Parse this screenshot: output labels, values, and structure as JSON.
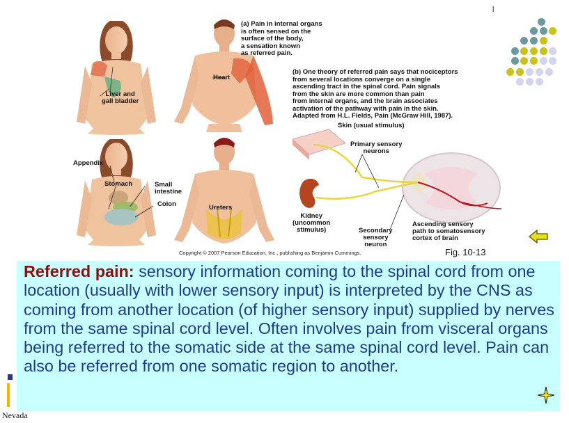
{
  "slide": {
    "page_mark": "l",
    "footer_text": "Nevada",
    "term": "Referred pain:",
    "definition": " sensory information coming to the spinal cord from one location (usually with lower sensory input) is interpreted by the CNS as coming from another location (of higher sensory input) supplied by nerves from the same spinal cord level. Often involves pain from visceral organs being referred to the somatic side at the same spinal cord level. Pain can also be referred from one somatic region to another."
  },
  "figure": {
    "caption_a": [
      "(a) Pain in internal organs",
      "is often sensed on the",
      "surface of the body,",
      "a sensation known",
      "as referred pain."
    ],
    "caption_b": [
      "(b) One theory of referred pain says that nociceptors",
      "from several locations converge on a single",
      "ascending tract in the spinal cord. Pain signals",
      "from the skin are more common than pain",
      "from internal organs, and the brain associates",
      "activation of the pathway with pain in the skin.",
      "Adapted from H.L. Fields, Pain (McGraw Hill, 1987)."
    ],
    "labels": {
      "liver": [
        "Liver and",
        "gall bladder"
      ],
      "heart": "Heart",
      "appendix": "Appendix",
      "stomach": "Stomach",
      "small_intestine": [
        "Small",
        "intestine"
      ],
      "colon": "Colon",
      "ureters": "Ureters",
      "skin": "Skin (usual stimulus)",
      "primary": [
        "Primary sensory",
        "neurons"
      ],
      "kidney": [
        "Kidney",
        "(uncommon",
        "stimulus)"
      ],
      "secondary": [
        "Secondary",
        "sensory",
        "neuron"
      ],
      "ascending": [
        "Ascending sensory",
        "path to somatosensory",
        "cortex of brain"
      ]
    },
    "copyright": "Copyright © 2007 Pearson Education, Inc., publishing as Benjamin Cummings.",
    "fig_number": "Fig. 10-13"
  },
  "icons": [
    "back-arrow-icon",
    "sparkle-icon",
    "dots-decoration"
  ],
  "colors": {
    "teal": "#6a9aa0",
    "yellow": "#c9c21a",
    "lavender": "#d4d4ee",
    "navy": "#1f3a93",
    "term": "#8b1010",
    "box": "#c8ffff"
  }
}
